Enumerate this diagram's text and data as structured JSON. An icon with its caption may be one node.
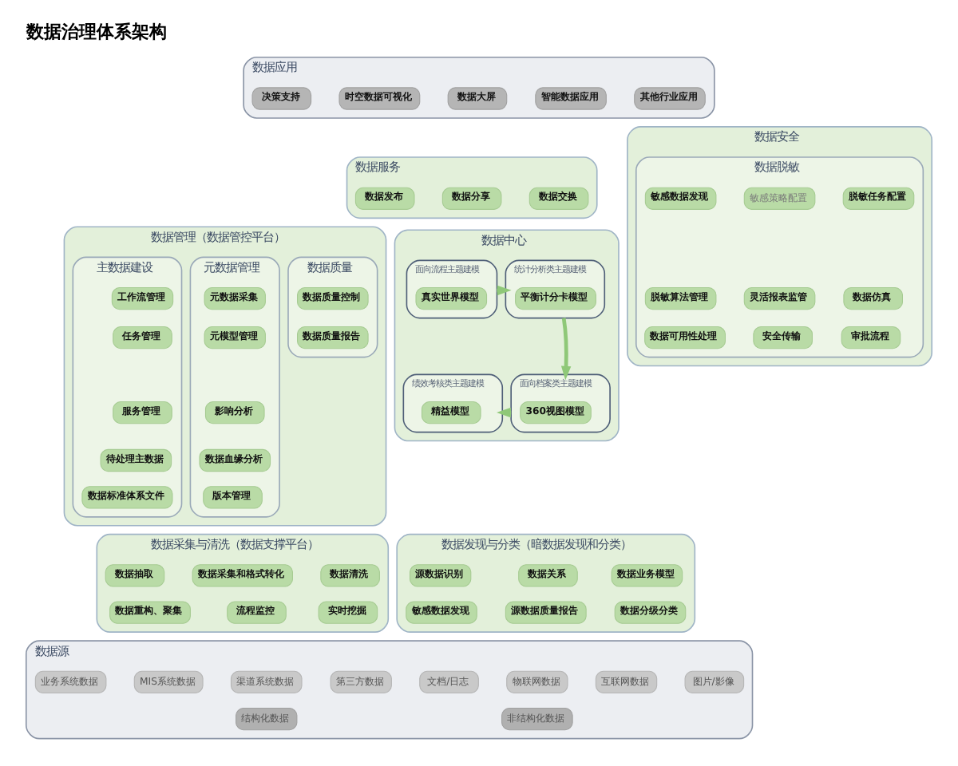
{
  "diagram": {
    "title": "数据治理体系架构",
    "nodes": [
      {
        "text": [
          "数据应用"
        ]
      },
      {
        "text": [
          "决策支持"
        ],
        "in": 0
      },
      {
        "text": [
          "时空数据可视化"
        ],
        "in": 0
      },
      {
        "text": [
          "数据大屏"
        ],
        "in": 0
      },
      {
        "text": [
          "智能数据应用"
        ],
        "in": 0
      },
      {
        "text": [
          "其他行业应用"
        ],
        "in": 0
      },
      {
        "text": [
          "数据服务"
        ]
      },
      {
        "text": [
          "数据发布"
        ],
        "in": 6
      },
      {
        "text": [
          "数据分享"
        ],
        "in": 6
      },
      {
        "text": [
          "数据交换"
        ],
        "in": 6
      },
      {
        "text": [
          "数据管理（数据管控平台）"
        ]
      },
      {
        "text": [
          "主数据建设"
        ],
        "in": 10
      },
      {
        "text": [
          "工作流管理"
        ],
        "in": 11
      },
      {
        "text": [
          "任务管理"
        ],
        "in": 11
      },
      {
        "text": [
          "服务管理"
        ],
        "in": 11
      },
      {
        "text": [
          "待处理主数据"
        ],
        "in": 11
      },
      {
        "text": [
          "数据标准体系文件"
        ],
        "in": 11
      },
      {
        "text": [
          "元数据管理"
        ],
        "in": 10
      },
      {
        "text": [
          "元数据采集"
        ],
        "in": 17
      },
      {
        "text": [
          "元模型管理"
        ],
        "in": 17
      },
      {
        "text": [
          "影响分析"
        ],
        "in": 17
      },
      {
        "text": [
          "数据血缘分析"
        ],
        "in": 17
      },
      {
        "text": [
          "版本管理"
        ],
        "in": 17
      },
      {
        "text": [
          "数据质量"
        ],
        "in": 10
      },
      {
        "text": [
          "数据质量控制"
        ],
        "in": 23
      },
      {
        "text": [
          "数据质量报告"
        ],
        "in": 23
      },
      {
        "text": [
          "数据中心"
        ]
      },
      {
        "text": [
          "面向流程主题建模"
        ],
        "in": 26
      },
      {
        "text": [
          "真实世界模型"
        ],
        "in": 27
      },
      {
        "text": [
          "统计分析类主题建模"
        ],
        "in": 26
      },
      {
        "text": [
          "平衡计分卡模型"
        ],
        "in": 29
      },
      {
        "text": [
          "绩效考核类主题建模"
        ],
        "in": 26
      },
      {
        "text": [
          "精益模型"
        ],
        "in": 31
      },
      {
        "text": [
          "面向档案类主题建模"
        ],
        "in": 26
      },
      {
        "text": [
          "360视图模型"
        ],
        "in": 33
      },
      {
        "text": [
          "数据安全"
        ]
      },
      {
        "text": [
          "数据脱敏"
        ],
        "in": 35
      },
      {
        "text": [
          "敏感数据发现"
        ],
        "in": 36
      },
      {
        "text": [
          "敏感策略配置"
        ],
        "in": 36
      },
      {
        "text": [
          "脱敏任务配置"
        ],
        "in": 36
      },
      {
        "text": [
          "脱敏算法管理"
        ],
        "in": 36
      },
      {
        "text": [
          "灵活报表监管"
        ],
        "in": 36
      },
      {
        "text": [
          "数据仿真"
        ],
        "in": 36
      },
      {
        "text": [
          "数据可用性处理"
        ],
        "in": 36
      },
      {
        "text": [
          "安全传输"
        ],
        "in": 36
      },
      {
        "text": [
          "审批流程"
        ],
        "in": 36
      },
      {
        "text": [
          "数据采集与清洗（数据支撑平台）"
        ]
      },
      {
        "text": [
          "数据抽取"
        ],
        "in": 46
      },
      {
        "text": [
          "数据采集和格式转化"
        ],
        "in": 46
      },
      {
        "text": [
          "数据清洗"
        ],
        "in": 46
      },
      {
        "text": [
          "数据重构、聚集"
        ],
        "in": 46
      },
      {
        "text": [
          "流程监控"
        ],
        "in": 46
      },
      {
        "text": [
          "实时挖掘"
        ],
        "in": 46
      },
      {
        "text": [
          "数据发现与分类（暗数据发现和分类）"
        ]
      },
      {
        "text": [
          "源数据识别"
        ],
        "in": 53
      },
      {
        "text": [
          "数据关系"
        ],
        "in": 53
      },
      {
        "text": [
          "数据业务模型"
        ],
        "in": 53
      },
      {
        "text": [
          "敏感数据发现"
        ],
        "in": 53
      },
      {
        "text": [
          "源数据质量报告"
        ],
        "in": 53
      },
      {
        "text": [
          "数据分级分类"
        ],
        "in": 53
      },
      {
        "text": [
          "数据源"
        ]
      },
      {
        "text": [
          "业务系统数据"
        ],
        "in": 60
      },
      {
        "text": [
          "MIS系统数据"
        ],
        "in": 60
      },
      {
        "text": [
          "渠道系统数据"
        ],
        "in": 60
      },
      {
        "text": [
          "第三方数据"
        ],
        "in": 60
      },
      {
        "text": [
          "文档/日志"
        ],
        "in": 60
      },
      {
        "text": [
          "物联网数据"
        ],
        "in": 60
      },
      {
        "text": [
          "互联网数据"
        ],
        "in": 60
      },
      {
        "text": [
          "图片/影像"
        ],
        "in": 60
      },
      {
        "text": [
          "结构化数据"
        ],
        "in": 60
      },
      {
        "text": [
          "非结构化数据"
        ],
        "in": 60
      }
    ],
    "edges": [
      {
        "from": 27,
        "to": 29,
        "arrow": "to"
      },
      {
        "from": 29,
        "to": 33,
        "arrow": "to"
      },
      {
        "from": 33,
        "to": 31,
        "arrow": "to"
      }
    ]
  }
}
